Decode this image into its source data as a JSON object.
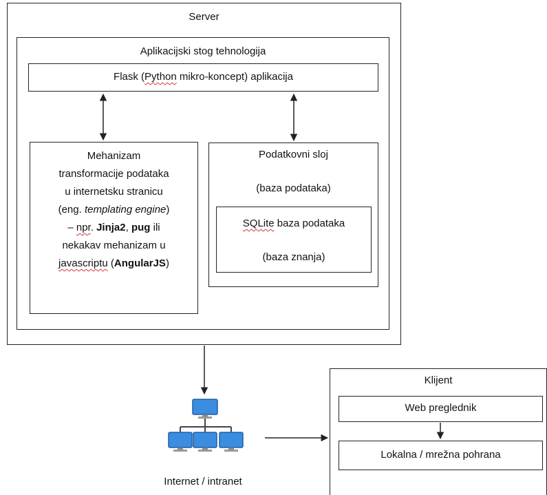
{
  "server": {
    "title": "Server",
    "stack": {
      "title": "Aplikacijski stog tehnologija",
      "flask": {
        "pre": "Flask (",
        "python": "Python",
        "post": " mikro-koncept) aplikacija"
      },
      "mechanism": {
        "line1": "Mehanizam",
        "line2": "transformacije podataka",
        "line3": "u internetsku stranicu",
        "line4_a": "(eng. ",
        "line4_b": "templating",
        "line4_c": " ",
        "line4_d": "engine",
        "line4_e": ")",
        "line5_a": "– ",
        "line5_b": "npr",
        "line5_c": ". ",
        "line5_d": "Jinja2",
        "line5_e": ", ",
        "line5_f": "pug",
        "line5_g": " ili",
        "line6": "nekakav mehanizam u",
        "line7_a": "javascriptu",
        "line7_b": " (",
        "line7_c": "AngularJS",
        "line7_d": ")"
      },
      "data_layer": {
        "title": "Podatkovni sloj",
        "subtitle": "(baza podataka)",
        "sqlite": {
          "name_a": "SQLite",
          "name_b": " baza podataka",
          "subtitle": "(baza znanja)"
        }
      }
    }
  },
  "network": {
    "label": "Internet / intranet",
    "icon": "network-computers-icon"
  },
  "client": {
    "title": "Klijent",
    "browser": "Web preglednik",
    "storage": "Lokalna / mrežna pohrana"
  },
  "colors": {
    "line": "#222222",
    "squiggle": "#dd3333",
    "monitor": "#3b8de0"
  }
}
